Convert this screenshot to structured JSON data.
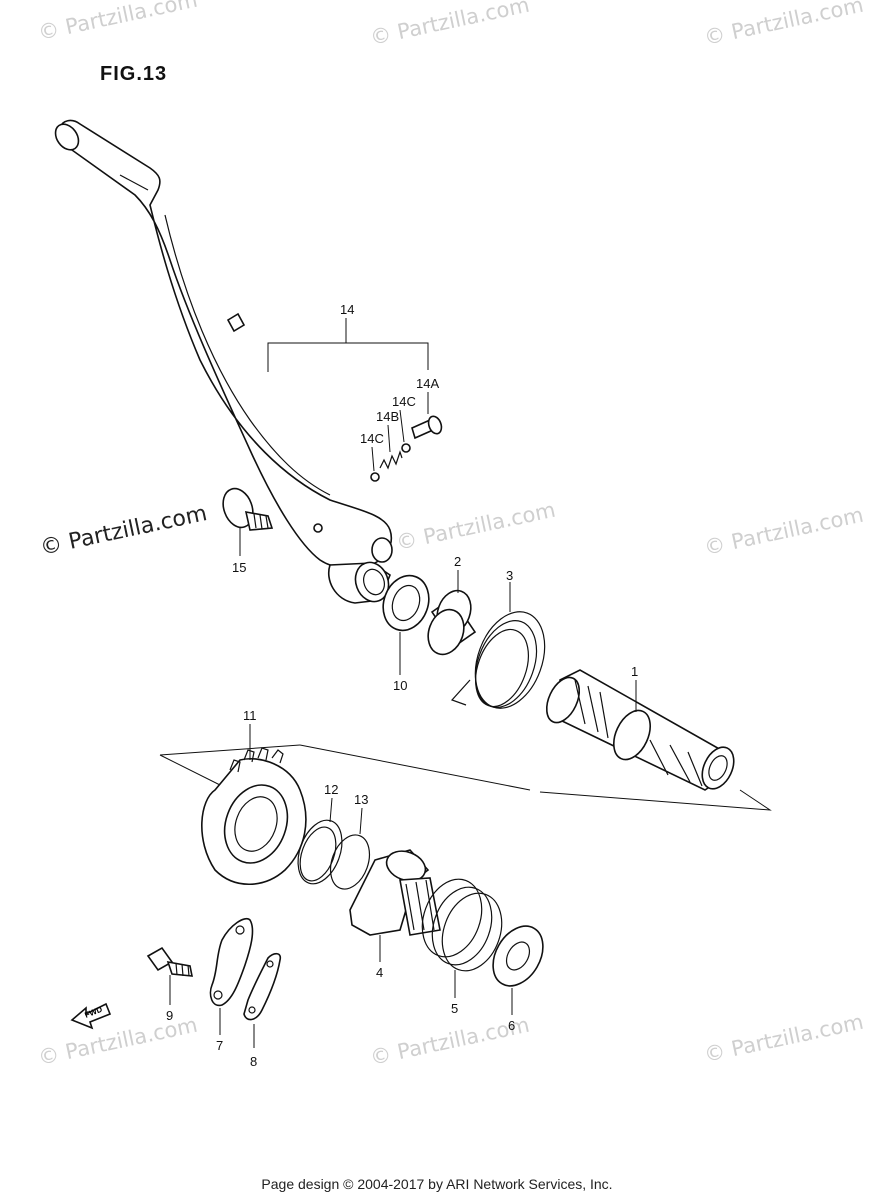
{
  "figure_label": "FIG.13",
  "footer": "Page design © 2004-2017 by ARI Network Services, Inc.",
  "watermark": "© Partzilla.com",
  "fwd_label": "FWD",
  "callouts": {
    "p1": "1",
    "p2": "2",
    "p3": "3",
    "p4": "4",
    "p5": "5",
    "p6": "6",
    "p7": "7",
    "p8": "8",
    "p9": "9",
    "p10": "10",
    "p11": "11",
    "p12": "12",
    "p13": "13",
    "p14": "14",
    "p14a": "14A",
    "p14b": "14B",
    "p14c_upper": "14C",
    "p14c_lower": "14C",
    "p15": "15"
  }
}
